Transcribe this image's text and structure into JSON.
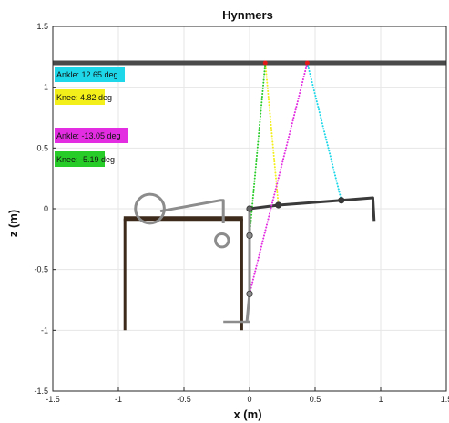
{
  "chart_data": {
    "type": "line",
    "title": "Hynmers",
    "xlabel": "x (m)",
    "ylabel": "z (m)",
    "xlim": [
      -1.5,
      1.5
    ],
    "ylim": [
      -1.5,
      1.5
    ],
    "xticks": [
      -1.5,
      -1,
      -0.5,
      0,
      0.5,
      1,
      1.5
    ],
    "yticks": [
      -1.5,
      -1,
      -0.5,
      0,
      0.5,
      1,
      1.5
    ],
    "xtick_labels": [
      "-1.5",
      "-1",
      "-0.5",
      "0",
      "0.5",
      "1",
      "1.5"
    ],
    "ytick_labels": [
      "-1.5",
      "-1",
      "-0.5",
      "0",
      "0.5",
      "1",
      "1.5"
    ],
    "grid": true,
    "colors": {
      "ceiling": "#4a4a4a",
      "table": "#3d2a1a",
      "lever": "#3a3a3a",
      "gray_linkage": "#8c8c8c",
      "cyan": "#1ed7e8",
      "yellow": "#f2ef1a",
      "magenta": "#e22ee0",
      "green": "#28cc28",
      "attach": "#e01818"
    },
    "annotations": [
      {
        "text": "Ankle: 12.65 deg",
        "color": "#1ed7e8"
      },
      {
        "text": "Knee: 4.82 deg",
        "color": "#f2ef1a"
      },
      {
        "text": "Ankle: -13.05 deg",
        "color": "#e22ee0"
      },
      {
        "text": "Knee: -5.19 deg",
        "color": "#28cc28"
      }
    ],
    "series": [
      {
        "id": "ceiling",
        "style": "solid",
        "color": "#4a4a4a",
        "x": [
          -1.5,
          1.5
        ],
        "y": [
          1.2,
          1.2
        ]
      },
      {
        "id": "lever",
        "style": "solid",
        "color": "#3a3a3a",
        "x": [
          0,
          0.22,
          0.7,
          0.94,
          0.95
        ],
        "y": [
          0,
          0.03,
          0.07,
          0.09,
          -0.1
        ]
      },
      {
        "id": "cable-cyan",
        "style": "dotted",
        "color": "#1ed7e8",
        "x": [
          0.44,
          0.7
        ],
        "y": [
          1.2,
          0.07
        ]
      },
      {
        "id": "cable-yellow",
        "style": "dotted",
        "color": "#f2ef1a",
        "x": [
          0.12,
          0.22
        ],
        "y": [
          1.2,
          0.03
        ]
      },
      {
        "id": "cable-magenta",
        "style": "dotted",
        "color": "#e22ee0",
        "x": [
          0.44,
          0.0
        ],
        "y": [
          1.2,
          -0.7
        ]
      },
      {
        "id": "cable-green",
        "style": "dotted",
        "color": "#28cc28",
        "x": [
          0.12,
          0.0
        ],
        "y": [
          1.2,
          -0.22
        ]
      },
      {
        "id": "table-top",
        "style": "solid",
        "color": "#3d2a1a",
        "x": [
          -0.96,
          -0.05
        ],
        "y": [
          -0.08,
          -0.08
        ]
      },
      {
        "id": "table-leg-left",
        "style": "solid",
        "color": "#3d2a1a",
        "x": [
          -0.95,
          -0.95
        ],
        "y": [
          -0.08,
          -1.0
        ]
      },
      {
        "id": "table-leg-right",
        "style": "solid",
        "color": "#3d2a1a",
        "x": [
          -0.06,
          -0.06
        ],
        "y": [
          -0.08,
          -1.0
        ]
      },
      {
        "id": "arm-link",
        "style": "solid",
        "color": "#8c8c8c",
        "x": [
          -0.68,
          -0.22,
          -0.2,
          -0.2
        ],
        "y": [
          -0.02,
          0.07,
          0.07,
          -0.12
        ]
      },
      {
        "id": "shank",
        "style": "solid",
        "color": "#8c8c8c",
        "x": [
          0.0,
          0.0,
          -0.02
        ],
        "y": [
          0.0,
          -0.7,
          -0.93
        ]
      },
      {
        "id": "foot",
        "style": "solid",
        "color": "#8c8c8c",
        "x": [
          -0.2,
          0.0
        ],
        "y": [
          -0.93,
          -0.93
        ]
      }
    ],
    "joints": [
      {
        "x": 0.0,
        "y": 0.0,
        "color": "#666666"
      },
      {
        "x": 0.0,
        "y": -0.22,
        "color": "#8c8c8c"
      },
      {
        "x": 0.0,
        "y": -0.7,
        "color": "#8c8c8c"
      },
      {
        "x": 0.22,
        "y": 0.03,
        "color": "#3a3a3a"
      },
      {
        "x": 0.7,
        "y": 0.07,
        "color": "#3a3a3a"
      }
    ],
    "attach_points": [
      {
        "x": 0.12,
        "y": 1.2
      },
      {
        "x": 0.44,
        "y": 1.2
      }
    ],
    "shapes": [
      {
        "type": "circle",
        "x": -0.76,
        "y": 0.0,
        "r": 0.11,
        "color": "#8c8c8c"
      },
      {
        "type": "circle",
        "x": -0.21,
        "y": -0.26,
        "r": 0.05,
        "color": "#8c8c8c"
      }
    ]
  }
}
